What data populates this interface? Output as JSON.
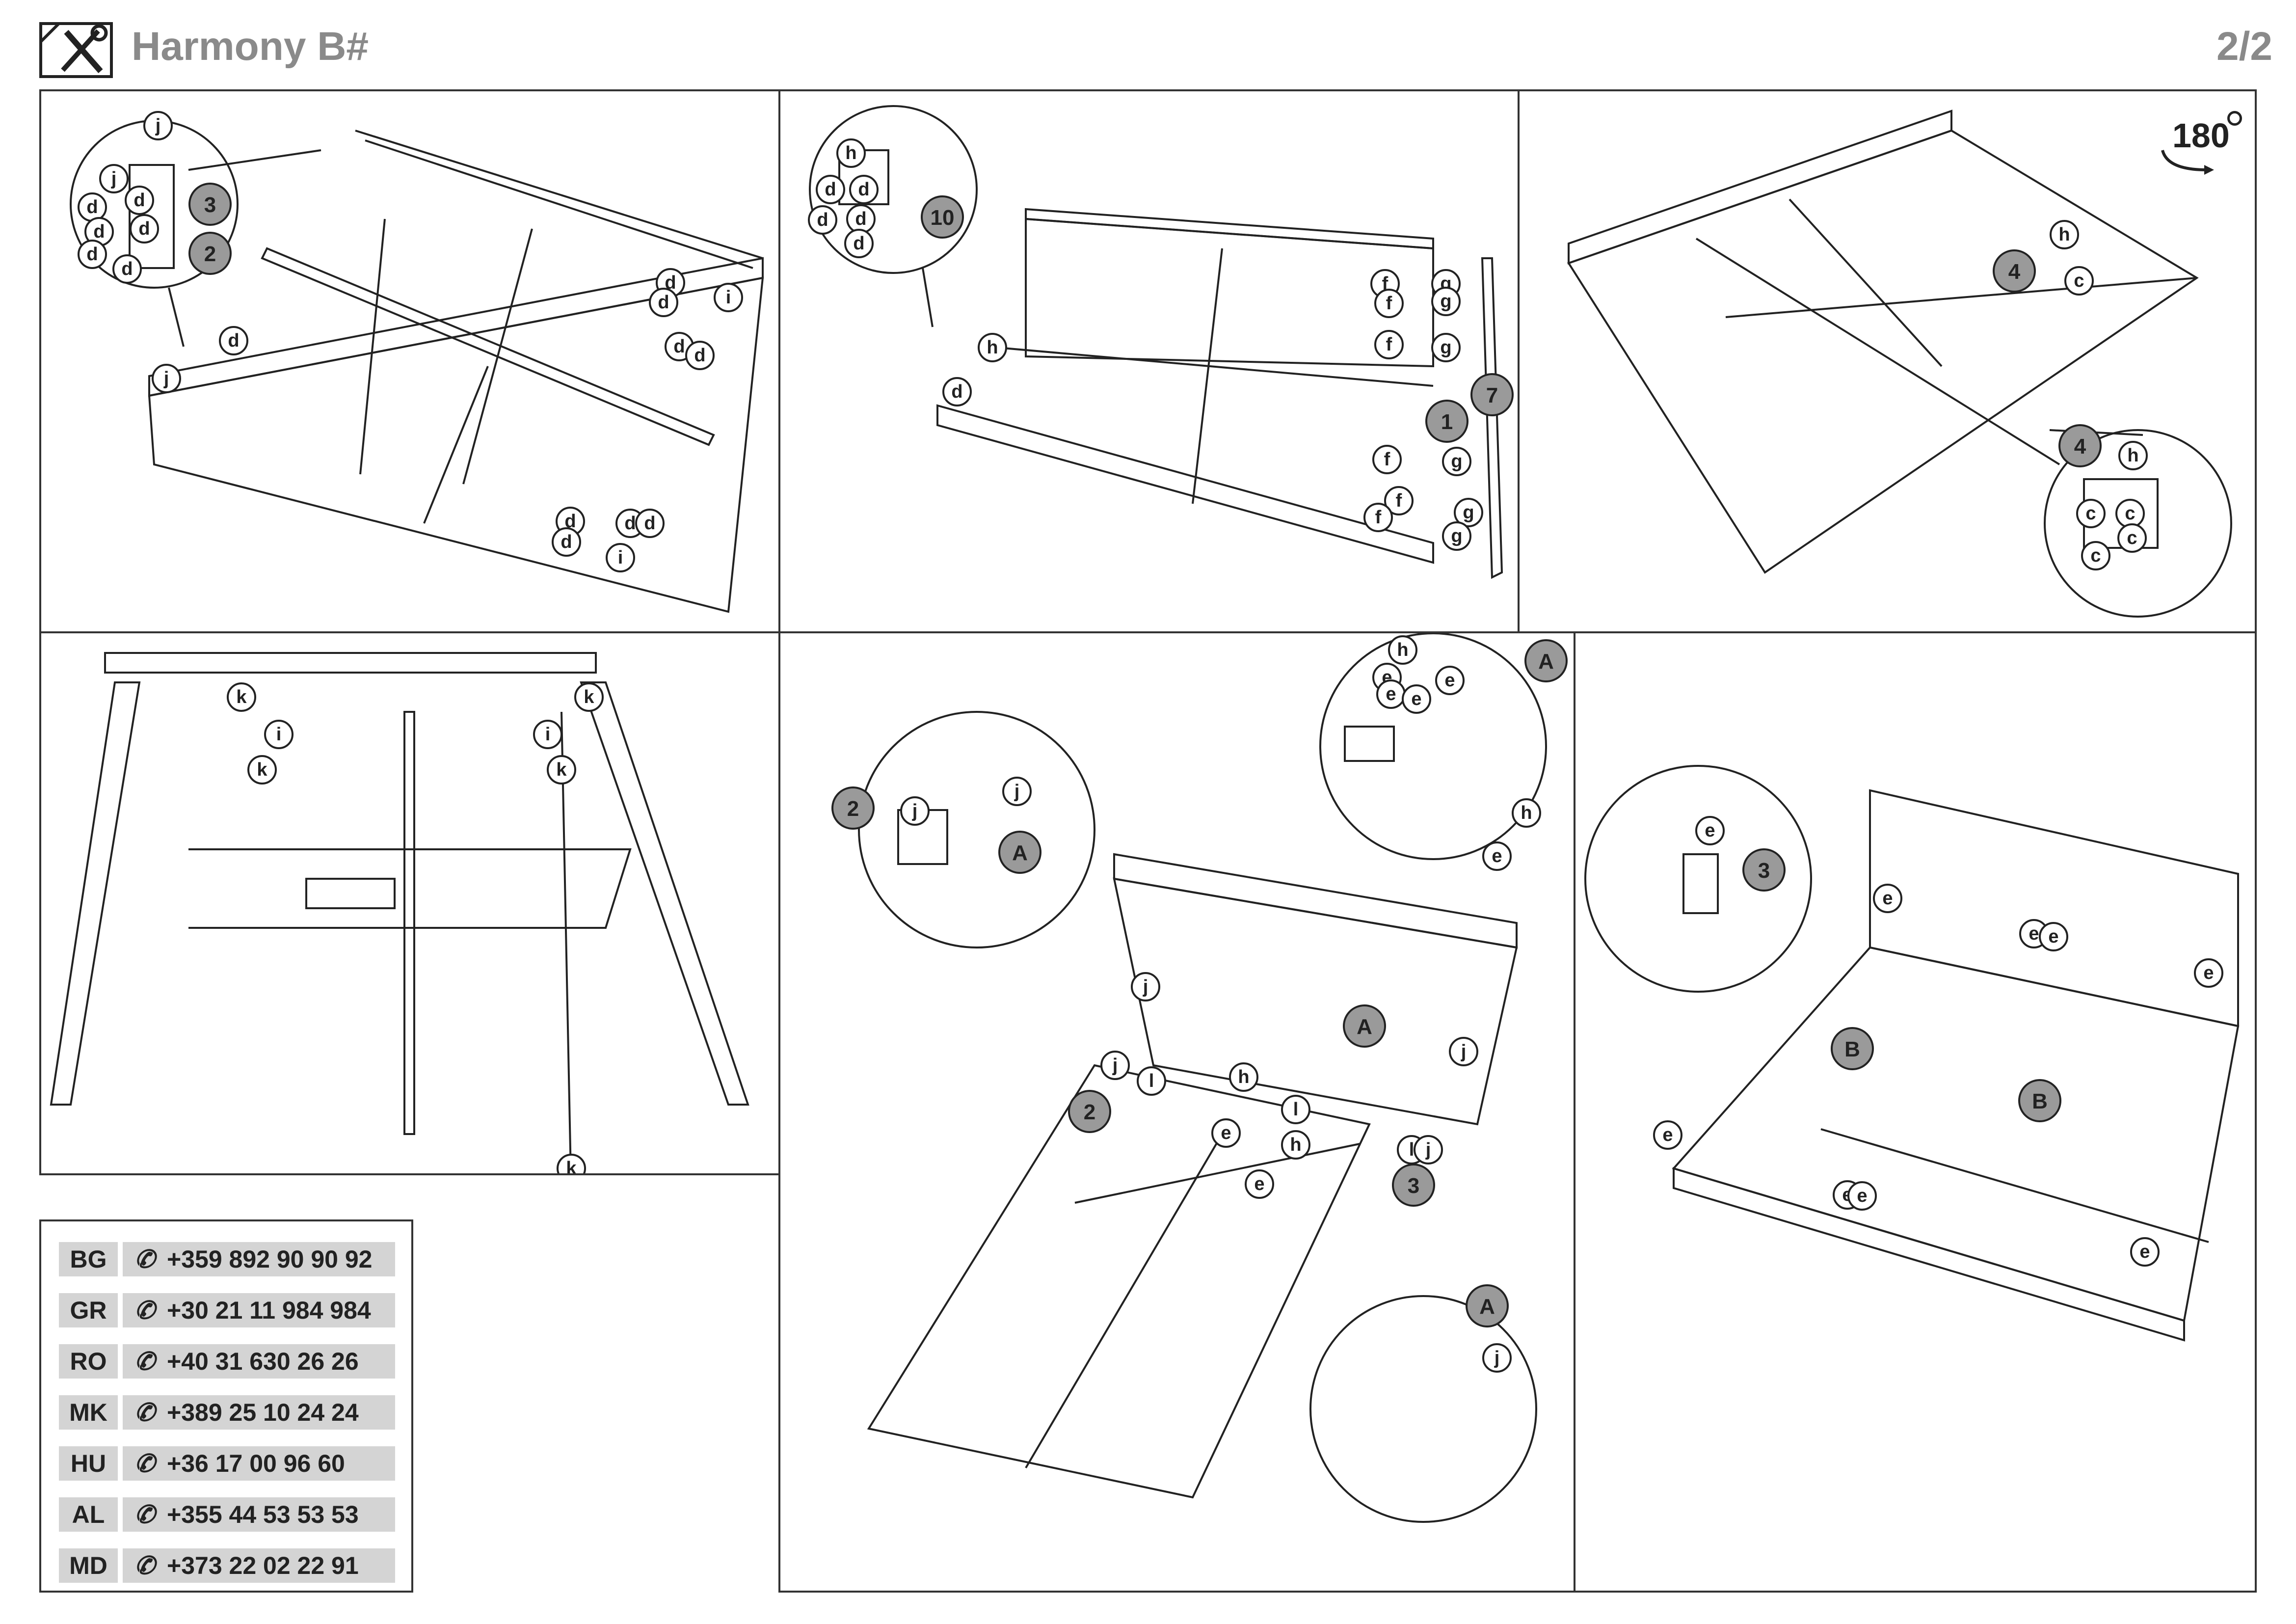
{
  "header": {
    "title": "Harmony B#",
    "page": "2/2",
    "tools_icon": "tools-icon"
  },
  "rotation_label": "180",
  "callouts": {
    "d": "d",
    "j": "j",
    "i": "i",
    "h": "h",
    "f": "f",
    "g": "g",
    "c": "c",
    "k": "k",
    "e": "e",
    "l": "l",
    "n1": "1",
    "n2": "2",
    "n3": "3",
    "n4": "4",
    "n7": "7",
    "n10": "10",
    "A": "A",
    "B": "B"
  },
  "contacts": [
    {
      "code": "BG",
      "phone": "+359 892 90 90 92"
    },
    {
      "code": "GR",
      "phone": "+30 21 11 984 984"
    },
    {
      "code": "RO",
      "phone": "+40 31 630 26 26"
    },
    {
      "code": "MK",
      "phone": "+389 25 10 24 24"
    },
    {
      "code": "HU",
      "phone": "+36 17 00 96 60"
    },
    {
      "code": "AL",
      "phone": "+355 44 53 53 53"
    },
    {
      "code": "MD",
      "phone": "+373 22 02 22 91"
    }
  ],
  "icons": {
    "phone": "phone-icon",
    "rotate": "rotate-arrow-icon"
  },
  "colors": {
    "line": "#222222",
    "badge_fill": "#9a9a9a",
    "table_fill": "#d4d4d4",
    "title": "#8a8a8a"
  }
}
